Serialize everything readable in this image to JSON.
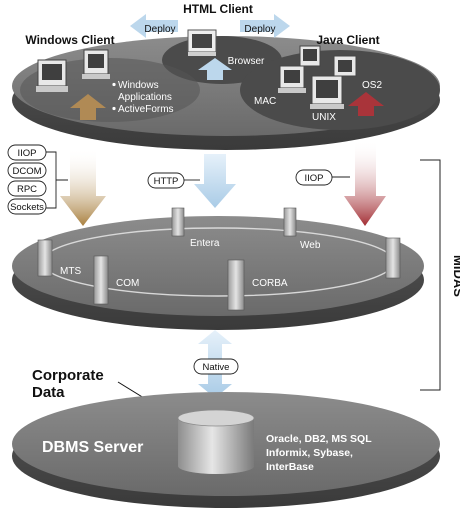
{
  "title": {
    "html_client": "HTML Client",
    "windows_client": "Windows Client",
    "java_client": "Java Client"
  },
  "top_tier": {
    "deploy_left": "Deploy",
    "deploy_right": "Deploy",
    "browser": "Browser",
    "windows_items": [
      "Windows",
      "Applications",
      "ActiveForms"
    ],
    "java_platforms": {
      "mac": "MAC",
      "unix": "UNIX",
      "os2": "OS2"
    }
  },
  "protocols_left": [
    "IIOP",
    "DCOM",
    "RPC",
    "Sockets"
  ],
  "protocol_http": "HTTP",
  "protocol_iiop_right": "IIOP",
  "middle_tier": {
    "nodes": {
      "entera": "Entera",
      "web": "Web",
      "mts": "MTS",
      "com": "COM",
      "corba": "CORBA"
    }
  },
  "midas_label": "MIDAS",
  "native_label": "Native",
  "corporate_data": [
    "Corporate",
    "Data"
  ],
  "dbms": {
    "server": "DBMS Server",
    "databases": [
      "Oracle, DB2, MS SQL",
      "Informix, Sybase,",
      "InterBase"
    ]
  },
  "colors": {
    "disk_top": "#6f6f6f",
    "disk_side": "#4a4a4a",
    "arrow_blue": "#bcd7ec",
    "arrow_brown": "#b08a55",
    "arrow_red": "#a9343a"
  }
}
